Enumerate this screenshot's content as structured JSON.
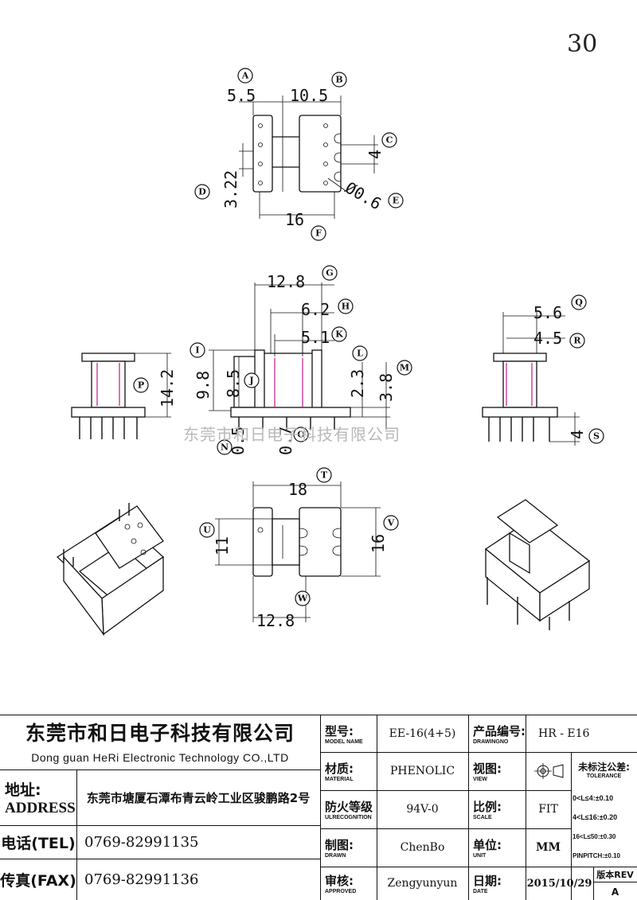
{
  "page_number": "30",
  "watermark": "东莞市和日电子科技有限公司",
  "dimensions": {
    "d_5_5": "5.5",
    "d_10_5": "10.5",
    "d_4": "4",
    "d_3_22": "3.22",
    "d_0_6": "Ø0.6",
    "d_16": "16",
    "d_12_8": "12.8",
    "d_6_2": "6.2",
    "d_5_1": "5.1",
    "d_9_8": "9.8",
    "d_8_5": "8.5",
    "d_2_3": "2.3",
    "d_3_8": "3.8",
    "d_14_2": "14.2",
    "d_0_5": "0.5",
    "d_0_7": "0.7",
    "d_5_6": "5.6",
    "d_4_5": "4.5",
    "d_4s": "4",
    "d_18": "18",
    "d_11": "11",
    "d_16b": "16",
    "d_12_8b": "12.8"
  },
  "callouts": [
    "A",
    "B",
    "C",
    "D",
    "E",
    "F",
    "G",
    "H",
    "I",
    "J",
    "K",
    "L",
    "M",
    "N",
    "O",
    "P",
    "Q",
    "R",
    "S",
    "T",
    "U",
    "V",
    "W"
  ],
  "title_block": {
    "company_cn": "东莞市和日电子科技有限公司",
    "company_en": "Dong guan HeRi Electronic Technology CO.,LTD",
    "address_label_cn": "地址:",
    "address_label_en": "ADDRESS",
    "address": "东莞市塘厦石潭布青云岭工业区骏鹏路2号",
    "tel_label": "电话(TEL)",
    "tel": "0769-82991135",
    "fax_label": "传真(FAX)",
    "fax": "0769-82991136",
    "model_label_cn": "型号:",
    "model_label_en": "MODEL NAME",
    "model": "EE-16(4+5)",
    "material_label_cn": "材质:",
    "material_label_en": "MATERIAL",
    "material": "PHENOLIC",
    "ul_label_cn": "防火等级",
    "ul_label_en": "ULRECOGNITION",
    "ul": "94V-0",
    "drawn_label_cn": "制图:",
    "drawn_label_en": "DRAWN",
    "drawn": "ChenBo",
    "approved_label_cn": "审核:",
    "approved_label_en": "APPROVED",
    "approved": "Zengyunyun",
    "drawingno_label_cn": "产品编号:",
    "drawingno_label_en": "DRAWINGNO",
    "drawingno": "HR - E16",
    "view_label_cn": "视图:",
    "view_label_en": "VIEW",
    "scale_label_cn": "比例:",
    "scale_label_en": "SCALE",
    "scale": "FIT",
    "unit_label_cn": "单位:",
    "unit_label_en": "UNIT",
    "unit": "MM",
    "date_label_cn": "日期:",
    "date_label_en": "DATE",
    "date": "2015/10/29",
    "tolerance_label_cn": "未标注公差:",
    "tolerance_label_en": "TOLERANCE",
    "tol_1": "0<L≤4:±0.10",
    "tol_2": "4<L≤16:±0.20",
    "tol_3": "16<L≤50:±0.30",
    "tol_4": "PINPITCH:±0.10",
    "rev_label": "版本REV",
    "rev": "A"
  }
}
